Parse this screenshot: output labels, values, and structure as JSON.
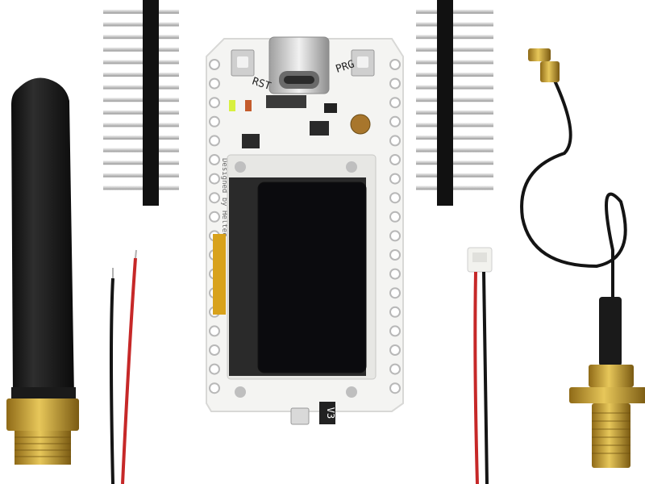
{
  "board": {
    "button_rst_label": "RST",
    "button_prg_label": "PRG",
    "silkscreen_vendor": "Designed by Heltec",
    "version_label": "V3"
  },
  "colors": {
    "background": "#ffffff",
    "pcb": "#f4f4f2",
    "pcb_edge": "#d8d8d6",
    "oled_glass": "#0b0b0e",
    "oled_frame": "#2a2a2a",
    "flex_cable": "#d8a21c",
    "header_plastic": "#111111",
    "header_pin": "#c8c8c8",
    "antenna_rubber": "#1d1d1d",
    "gold_connector": "#c9a33b",
    "wire_red": "#c62828",
    "wire_black": "#151515"
  }
}
